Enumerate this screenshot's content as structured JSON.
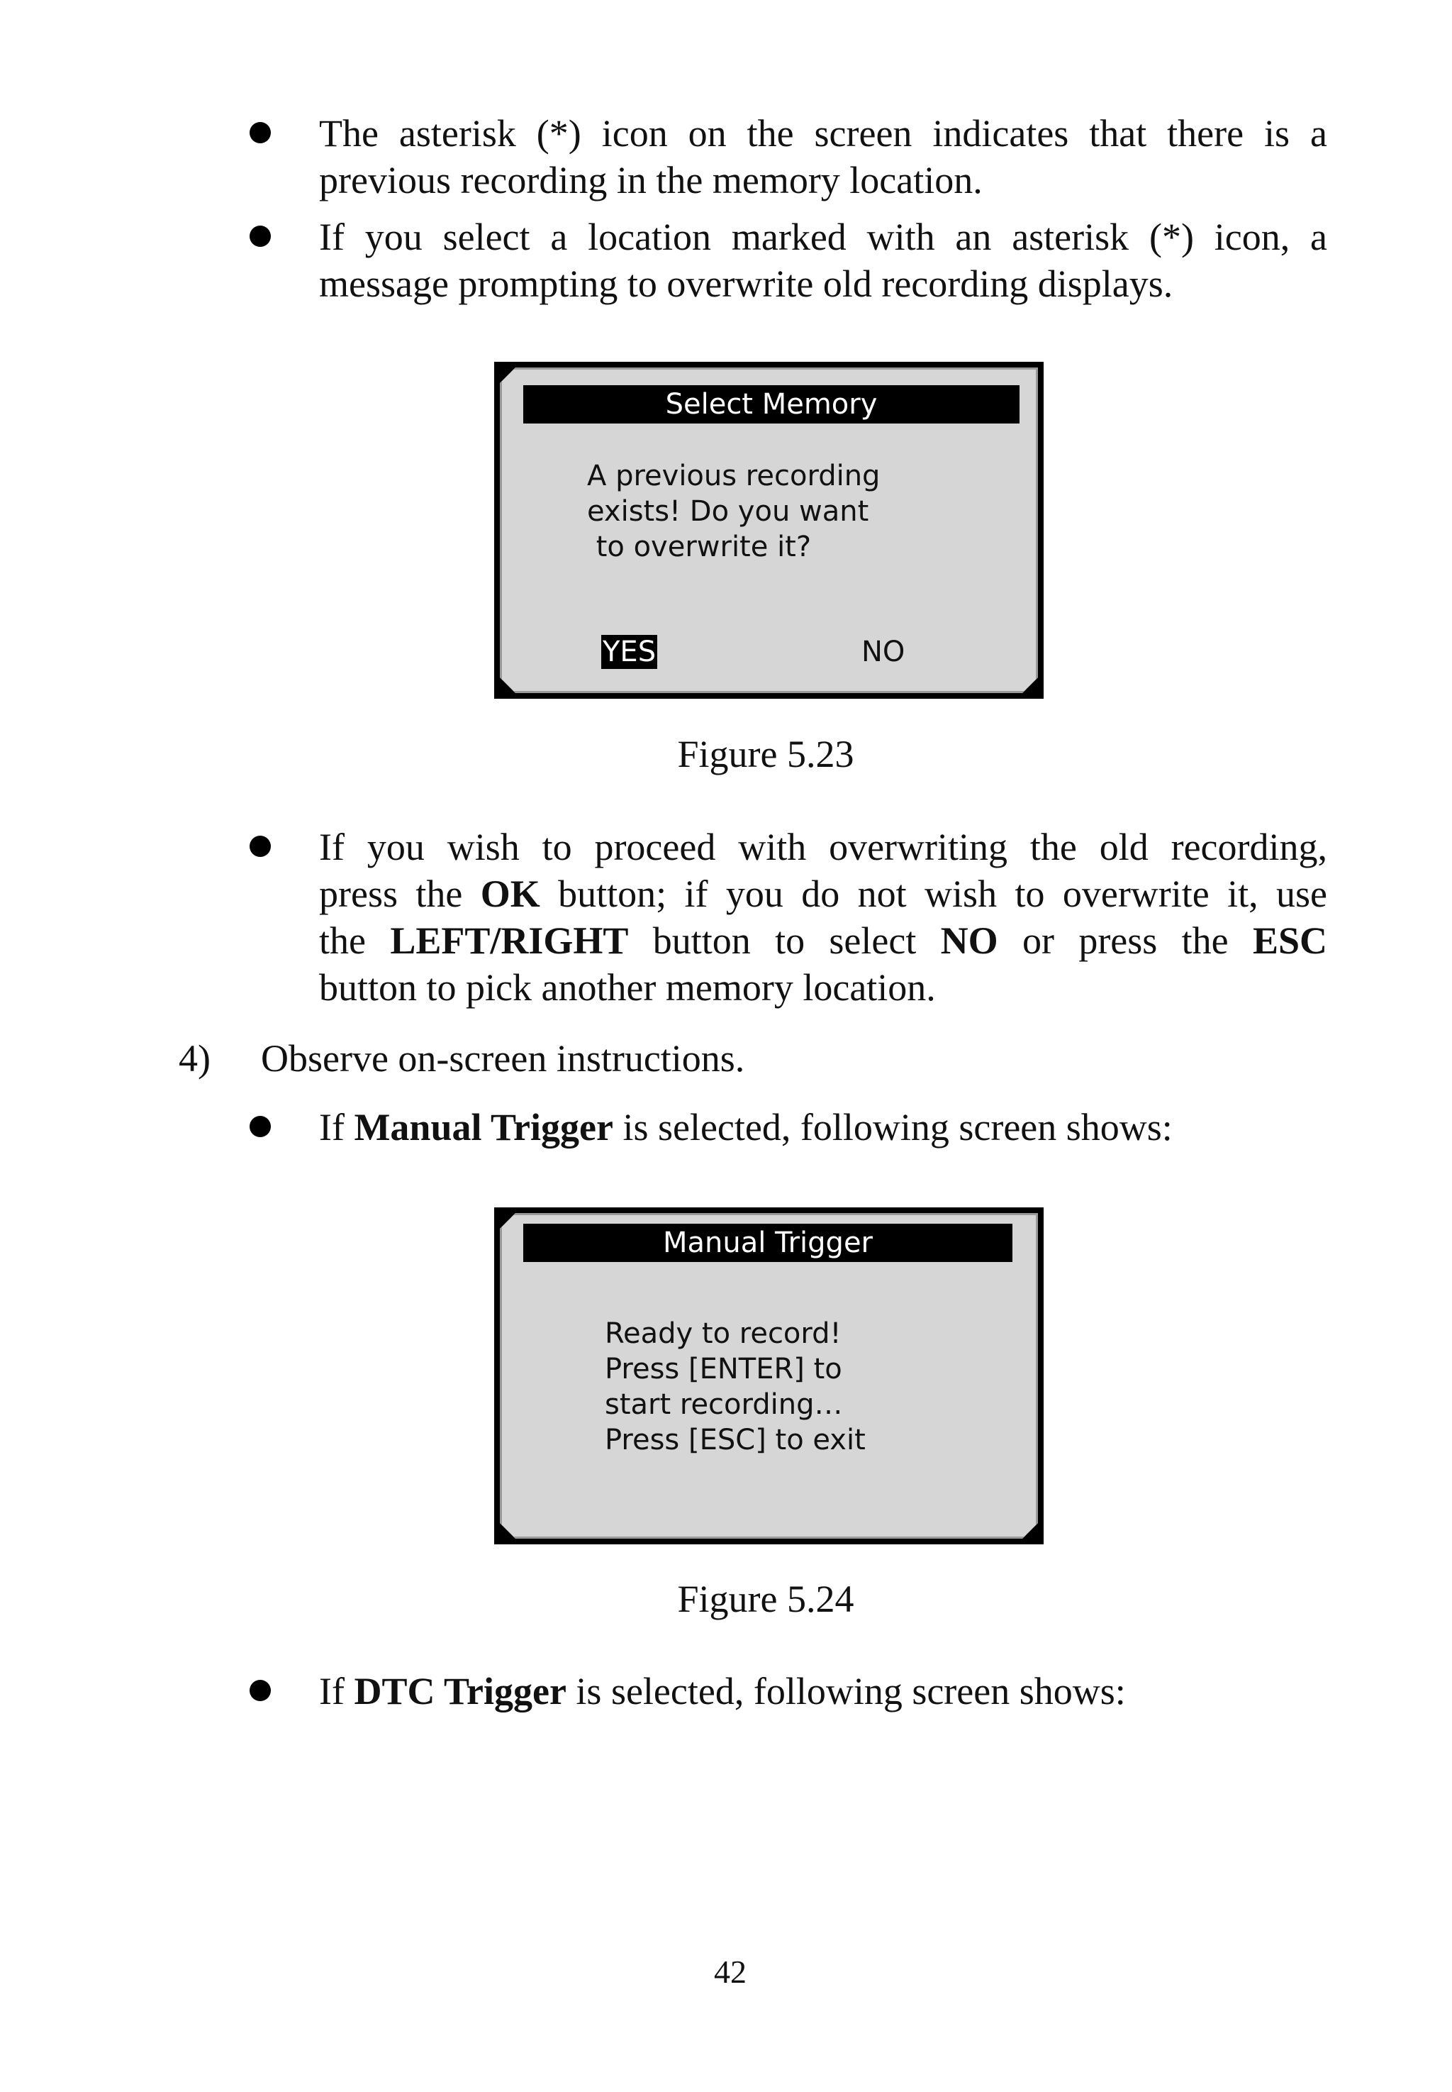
{
  "bullets_top": [
    {
      "lines": [
        "The asterisk (*) icon on the screen indicates that there is a",
        "previous recording in the memory location."
      ]
    },
    {
      "lines": [
        "If you select a location marked with an asterisk (*) icon, a",
        "message prompting to overwrite old recording displays."
      ]
    }
  ],
  "figure_1": {
    "title": "Select Memory",
    "message_lines": [
      "A previous recording",
      "exists! Do you want",
      " to overwrite it?"
    ],
    "option_yes": "YES",
    "option_no": "NO",
    "selected": "YES",
    "caption": "Figure 5.23"
  },
  "bullet_proceed": {
    "l1": "If you wish to proceed with overwriting the old recording,",
    "l2_a": "press the ",
    "l2_b": "OK",
    "l2_c": " button; if you do not wish to overwrite it, use",
    "l3_a": "the ",
    "l3_b": "LEFT/RIGHT",
    "l3_c": " button to select ",
    "l3_d": "NO",
    "l3_e": " or press the ",
    "l3_f": "ESC",
    "l4": "button to pick another memory location."
  },
  "step_4": {
    "number": "4)",
    "text": "Observe on-screen instructions."
  },
  "bullet_manual": {
    "a": "If ",
    "b": "Manual Trigger",
    "c": " is selected, following screen shows:"
  },
  "figure_2": {
    "title": "Manual Trigger",
    "message_lines": [
      "Ready to record!",
      "Press [ENTER] to",
      "start recording…",
      "Press [ESC] to exit"
    ],
    "caption": "Figure 5.24"
  },
  "bullet_dtc": {
    "a": "If ",
    "b": "DTC Trigger",
    "c": " is selected, following screen shows:"
  },
  "page_number": "42"
}
